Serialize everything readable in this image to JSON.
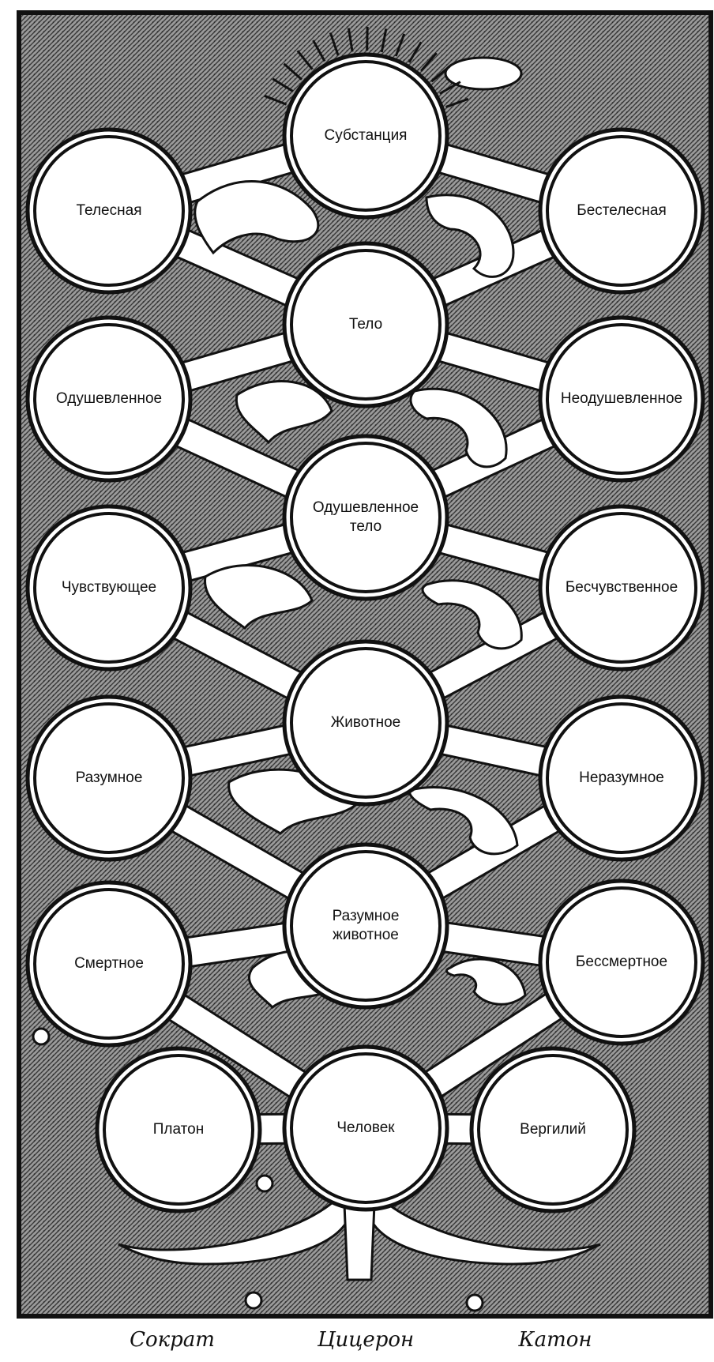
{
  "nodes": [
    {
      "id": "substance",
      "lines": [
        "Субстанция"
      ]
    },
    {
      "id": "corporeal",
      "lines": [
        "Телесная"
      ]
    },
    {
      "id": "incorporeal",
      "lines": [
        "Бестелесная"
      ]
    },
    {
      "id": "body",
      "lines": [
        "Тело"
      ]
    },
    {
      "id": "animate",
      "lines": [
        "Одушевленное"
      ]
    },
    {
      "id": "inanimate",
      "lines": [
        "Неодушевленное"
      ]
    },
    {
      "id": "living-body",
      "lines": [
        "Одушевленное",
        "тело"
      ]
    },
    {
      "id": "sensitive",
      "lines": [
        "Чувствующее"
      ]
    },
    {
      "id": "insensitive",
      "lines": [
        "Бесчувственное"
      ]
    },
    {
      "id": "animal",
      "lines": [
        "Животное"
      ]
    },
    {
      "id": "rational",
      "lines": [
        "Разумное"
      ]
    },
    {
      "id": "irrational",
      "lines": [
        "Неразумное"
      ]
    },
    {
      "id": "rational-animal",
      "lines": [
        "Разумное",
        "животное"
      ]
    },
    {
      "id": "mortal",
      "lines": [
        "Смертное"
      ]
    },
    {
      "id": "immortal",
      "lines": [
        "Бессмертное"
      ]
    },
    {
      "id": "plato",
      "lines": [
        "Платон"
      ]
    },
    {
      "id": "human",
      "lines": [
        "Человек"
      ]
    },
    {
      "id": "virgil",
      "lines": [
        "Вергилий"
      ]
    }
  ],
  "captions": [
    {
      "id": "socrates",
      "text": "Сократ"
    },
    {
      "id": "cicero",
      "text": "Цицерон"
    },
    {
      "id": "cato",
      "text": "Катон"
    }
  ],
  "colors": {
    "background": "#8a8a8a",
    "ink": "#111111",
    "paper": "#ffffff"
  }
}
